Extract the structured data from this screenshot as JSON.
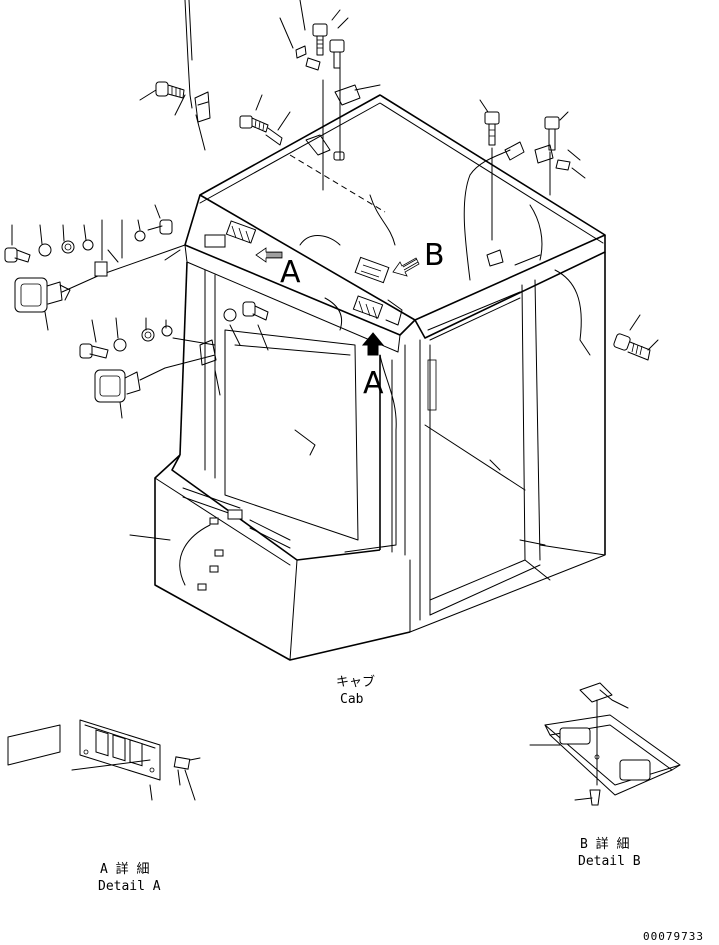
{
  "callouts": {
    "view_a_top": "A",
    "view_a_bottom": "A",
    "view_b": "B"
  },
  "captions": {
    "cab_jp": "キャブ",
    "cab_en": "Cab",
    "detail_a_jp": "A 詳 細",
    "detail_a_en": "Detail A",
    "detail_b_jp": "B 詳 細",
    "detail_b_en": "Detail B"
  },
  "drawing_number": "00079733"
}
